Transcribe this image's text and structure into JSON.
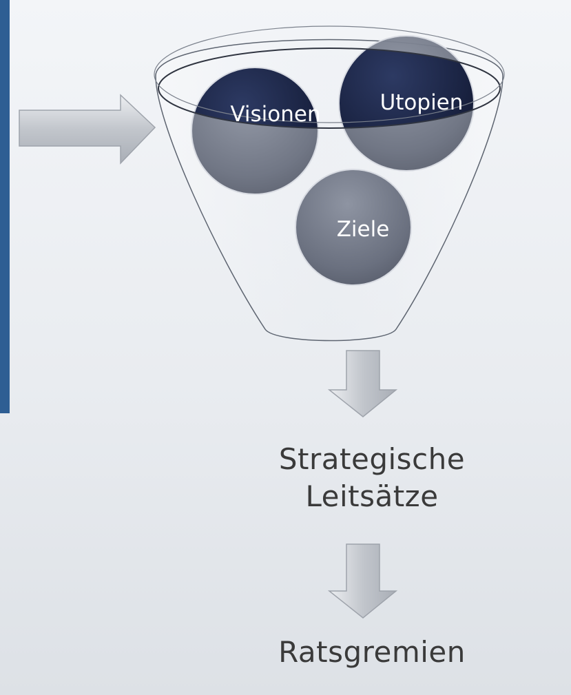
{
  "funnel": {
    "circles": [
      {
        "id": "visionen",
        "label": "Visionen"
      },
      {
        "id": "utopien",
        "label": "Utopien"
      },
      {
        "id": "ziele",
        "label": "Ziele"
      }
    ]
  },
  "captions": {
    "leitsaetze_line1": "Strategische",
    "leitsaetze_line2": "Leitsätze",
    "ratsgremien": "Ratsgremien"
  },
  "colors": {
    "left_bar": "#2e5e93",
    "circle_dark": "#1b2545",
    "circle_gray": "#6d7382",
    "arrow": "#c9ccd2"
  }
}
